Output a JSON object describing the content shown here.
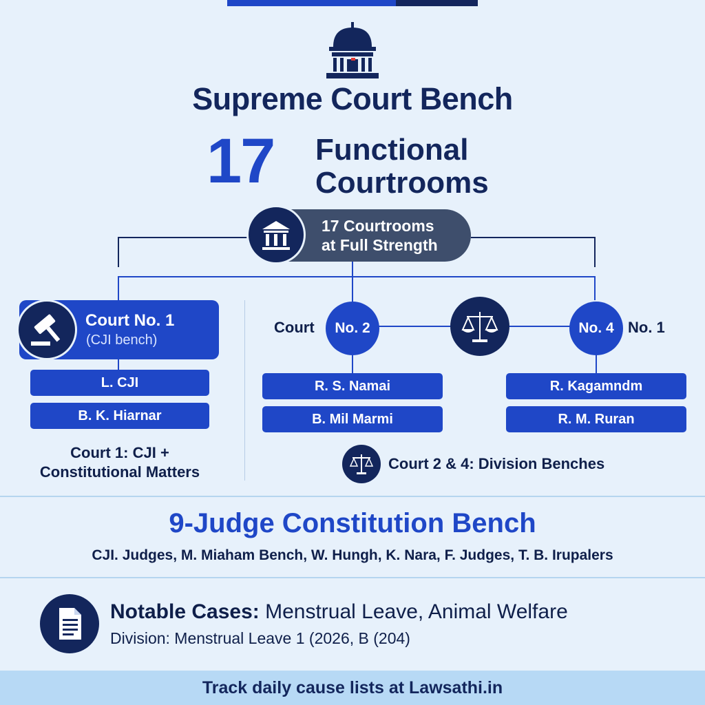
{
  "header": {
    "title": "Supreme Court Bench",
    "count": "17",
    "count_label_line1": "Functional",
    "count_label_line2": "Courtrooms"
  },
  "hub": {
    "line1": "17 Courtrooms",
    "line2": "at Full Strength"
  },
  "court1": {
    "title": "Court No. 1",
    "subtitle": "(CJI bench)",
    "judges": [
      "L. CJI",
      "B. K. Hiarnar"
    ],
    "caption_line1": "Court 1: CJI +",
    "caption_line2": "Constitutional Matters"
  },
  "court2": {
    "prefix": "Court",
    "node": "No. 2",
    "judges": [
      "R. S. Namai",
      "B. Mil Marmi"
    ]
  },
  "court4": {
    "node": "No. 4",
    "suffix": "No. 1",
    "judges": [
      "R. Kagamndm",
      "R. M. Ruran"
    ]
  },
  "division_caption": "Court 2 & 4: Division Benches",
  "constitution_bench": {
    "title": "9-Judge Constitution Bench",
    "members": "CJI. Judges, M. Miaham Bench, W. Hungh, K. Nara, F. Judges, T. B. Irupalers"
  },
  "notable": {
    "label": "Notable Cases:",
    "cases": "Menstrual Leave, Animal Welfare",
    "division": "Division: Menstrual Leave 1 (2026, B (204)"
  },
  "footer": {
    "text": "Track daily cause lists at Lawsathi.in"
  },
  "colors": {
    "navy": "#13265c",
    "blue": "#1f47c7",
    "background": "#e7f1fb",
    "pill": "#3e4e6c",
    "footer": "#b7d9f5"
  }
}
